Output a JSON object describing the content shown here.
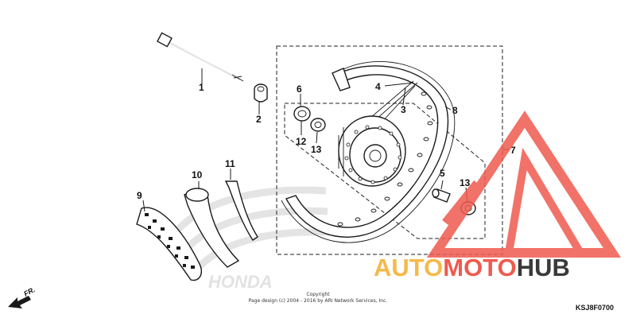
{
  "diagram": {
    "drawing_code": "KSJ8F0700",
    "direction_label": "FR.",
    "copyright_line1": "Copyright",
    "copyright_line2": "Page design (c) 2004 - 2016 by ARI Network Services, Inc.",
    "background_logo": "HONDA",
    "callouts": [
      {
        "id": "1",
        "label": "1"
      },
      {
        "id": "2",
        "label": "2"
      },
      {
        "id": "3",
        "label": "3"
      },
      {
        "id": "4",
        "label": "4"
      },
      {
        "id": "5",
        "label": "5"
      },
      {
        "id": "6",
        "label": "6"
      },
      {
        "id": "7",
        "label": "7"
      },
      {
        "id": "8",
        "label": "8"
      },
      {
        "id": "9",
        "label": "9"
      },
      {
        "id": "10",
        "label": "10"
      },
      {
        "id": "11",
        "label": "11"
      },
      {
        "id": "12",
        "label": "12"
      },
      {
        "id": "13a",
        "label": "13"
      },
      {
        "id": "13b",
        "label": "13"
      }
    ]
  },
  "watermark": {
    "word_part1": "AUTO",
    "word_part2": "MOTO",
    "word_part3": "HUB",
    "color_orange": "#f5b94a",
    "color_red": "#ef5a4e",
    "color_dark": "#3a3a3a"
  },
  "icons": [
    "direction-arrow-icon",
    "automotohub-logo-icon"
  ]
}
